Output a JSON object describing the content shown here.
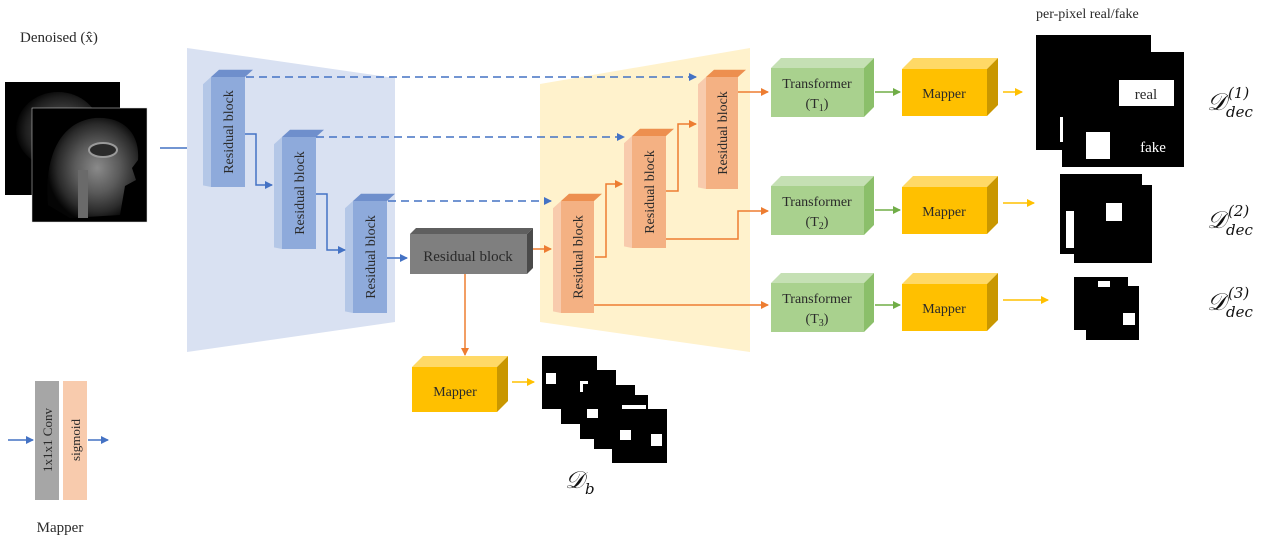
{
  "input": {
    "label": "Denoised (x̂)"
  },
  "encoder": {
    "blocks": [
      {
        "label": "Residual block"
      },
      {
        "label": "Residual block"
      },
      {
        "label": "Residual block"
      }
    ],
    "region_color": "#d9e1f2",
    "block_color": "#8eaadb"
  },
  "bottleneck": {
    "label": "Residual block",
    "color": "#7f7f7f"
  },
  "decoder": {
    "blocks": [
      {
        "label": "Residual block"
      },
      {
        "label": "Residual block"
      },
      {
        "label": "Residual block"
      }
    ],
    "region_color": "#fff2cc",
    "block_color": "#f4b183"
  },
  "transformers": [
    {
      "label": "Transformer",
      "sub": "(T",
      "index": "1",
      "close": ")"
    },
    {
      "label": "Transformer",
      "sub": "(T",
      "index": "2",
      "close": ")"
    },
    {
      "label": "Transformer",
      "sub": "(T",
      "index": "3",
      "close": ")"
    }
  ],
  "mappers": [
    {
      "label": "Mapper"
    },
    {
      "label": "Mapper"
    },
    {
      "label": "Mapper"
    },
    {
      "label": "Mapper"
    }
  ],
  "outputs": {
    "title": "per-pixel real/fake",
    "real_label": "real",
    "fake_label": "fake",
    "decoder_outputs": [
      {
        "symbol": "𝒟",
        "sup": "(1)",
        "sub": "dec"
      },
      {
        "symbol": "𝒟",
        "sup": "(2)",
        "sub": "dec"
      },
      {
        "symbol": "𝒟",
        "sup": "(3)",
        "sub": "dec"
      }
    ],
    "bottleneck_output": {
      "symbol": "𝒟",
      "sub": "b"
    }
  },
  "legend": {
    "conv_label": "1x1x1 Conv",
    "sigmoid_label": "sigmoid",
    "caption": "Mapper"
  },
  "colors": {
    "blue_arrow": "#4472c4",
    "orange_arrow": "#ed7d31",
    "green_arrow": "#70ad47",
    "yellow_arrow": "#ffc000",
    "transformer": "#a9d18e",
    "mapper": "#ffc000"
  }
}
